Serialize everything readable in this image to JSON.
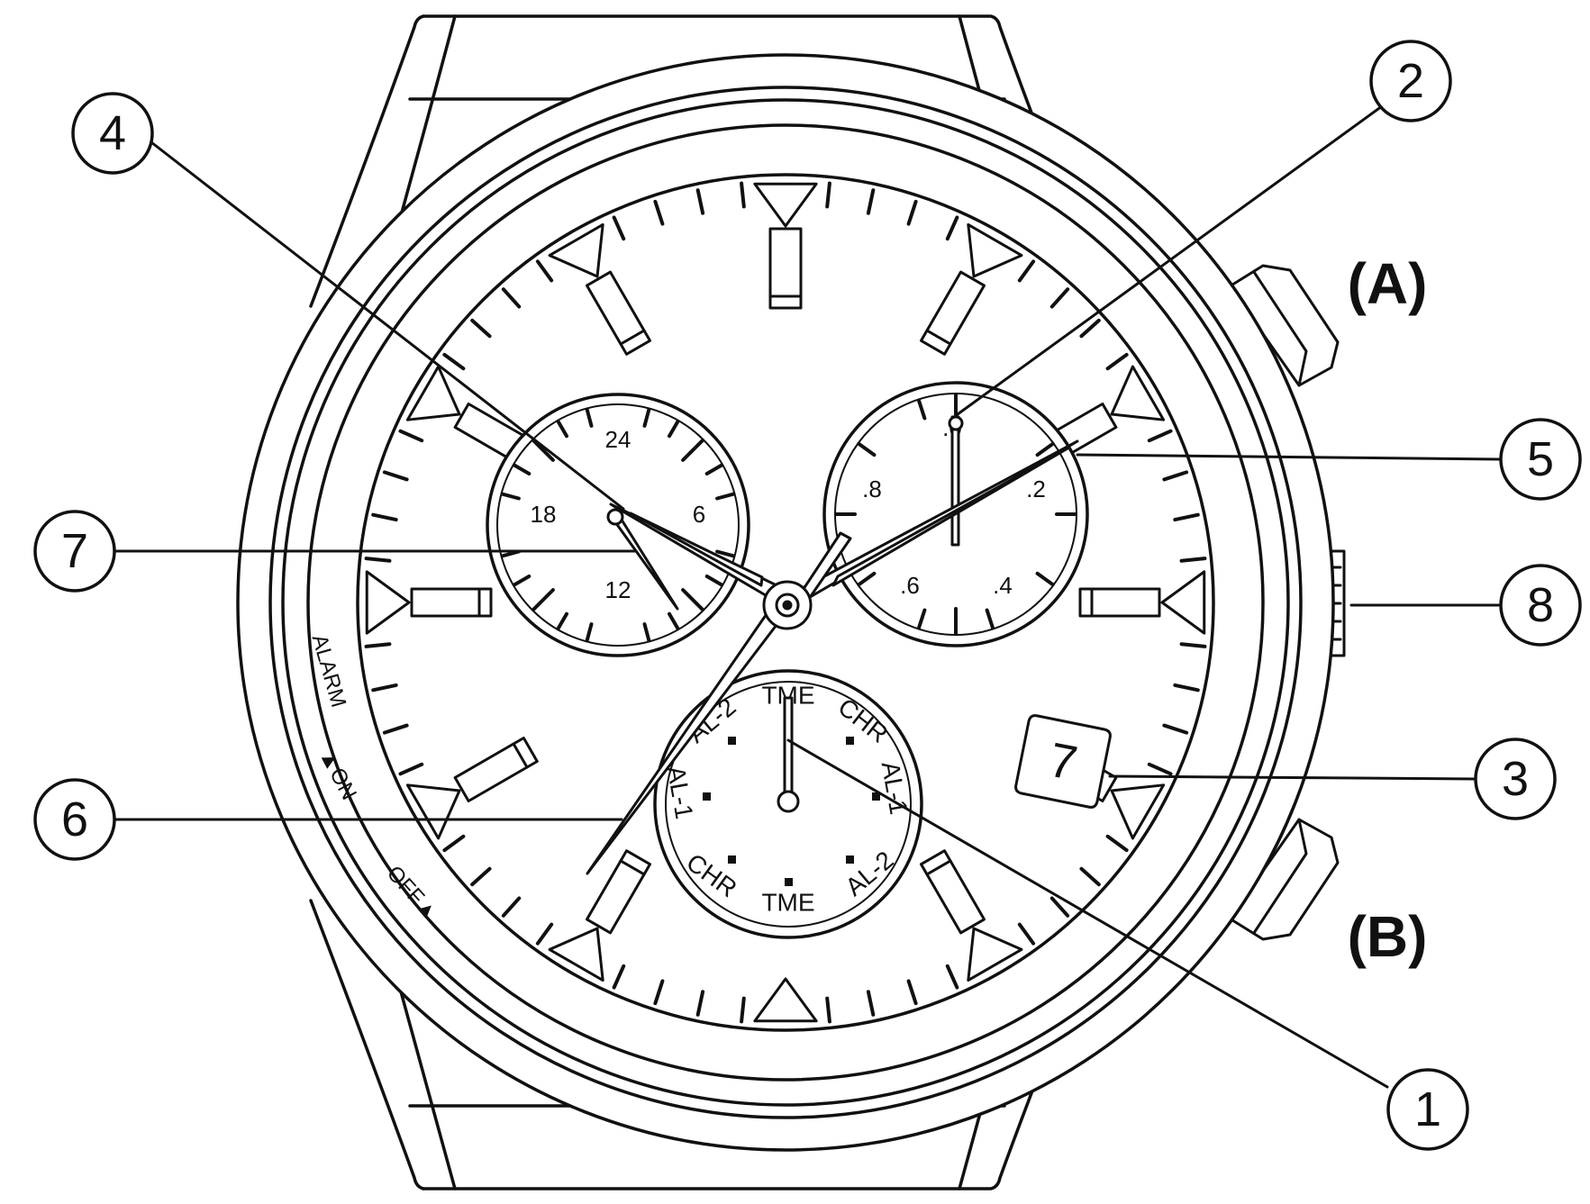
{
  "callouts": {
    "c1": "1",
    "c2": "2",
    "c3": "3",
    "c4": "4",
    "c5": "5",
    "c6": "6",
    "c7": "7",
    "c8": "8"
  },
  "buttons": {
    "a": "(A)",
    "b": "(B)"
  },
  "date_window": "7",
  "bezel": {
    "alarm": "ALARM",
    "on": "▲ON",
    "off": "OFF▲"
  },
  "hour_subdial": {
    "labels": [
      "24",
      "6",
      "12",
      "18"
    ]
  },
  "seconds_subdial": {
    "labels": [
      ".0",
      ".2",
      ".4",
      ".6",
      ".8"
    ]
  },
  "mode_subdial": {
    "labels": [
      "TME",
      "CHR",
      "AL-1",
      "AL-2",
      "TME",
      "CHR",
      "AL-1",
      "AL-2"
    ]
  },
  "colors": {
    "line": "#111111",
    "background": "#ffffff"
  }
}
